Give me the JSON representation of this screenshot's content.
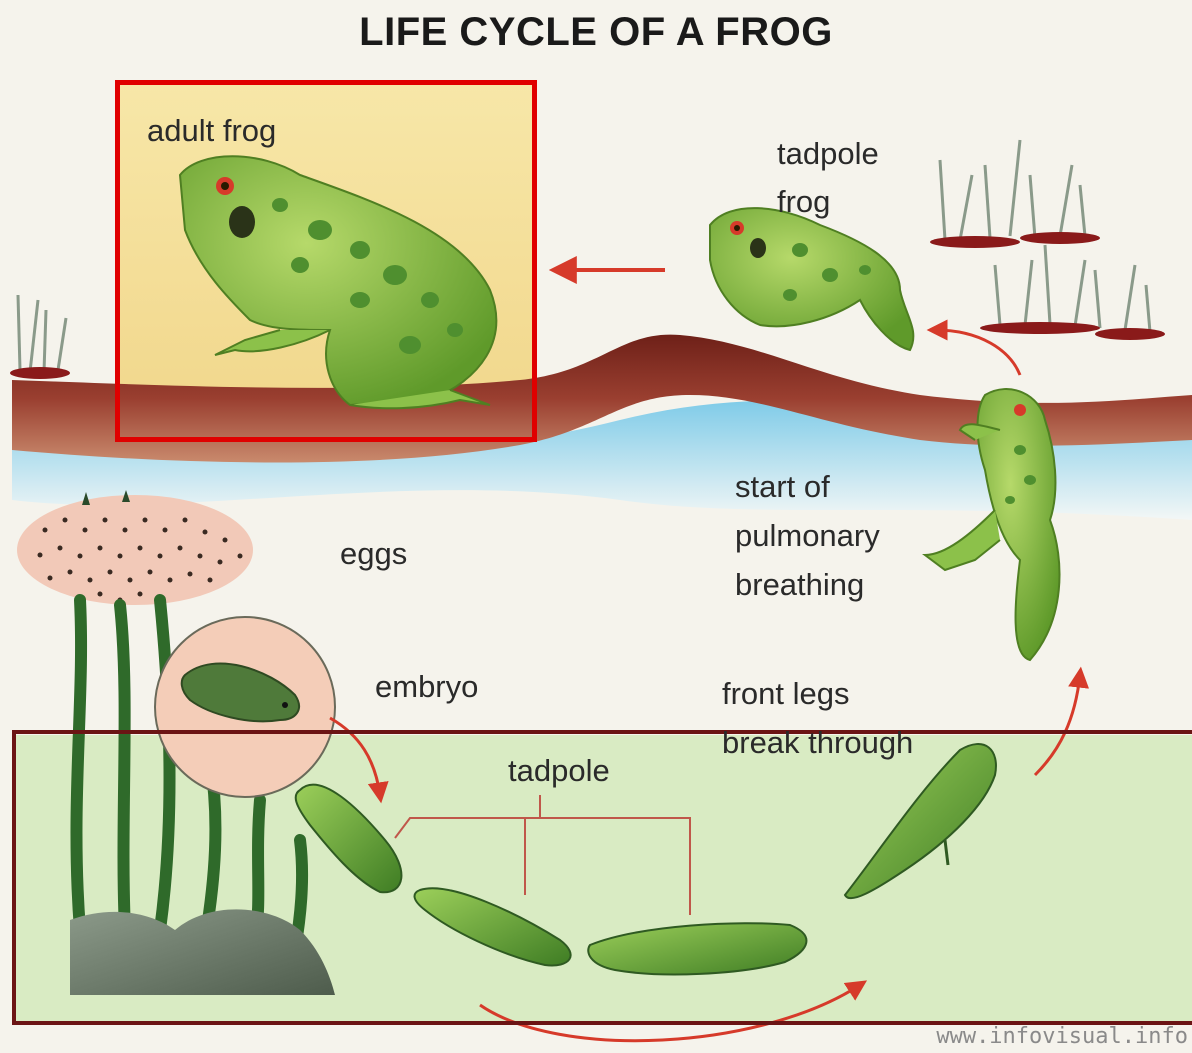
{
  "title": "LIFE CYCLE OF A FROG",
  "labels": {
    "adult_frog": "adult frog",
    "tadpole_frog_line1": "tadpole",
    "tadpole_frog_line2": "frog",
    "eggs": "eggs",
    "start_line1": "start of",
    "start_line2": "pulmonary",
    "start_line3": "breathing",
    "embryo": "embryo",
    "front_legs_line1": "front legs",
    "front_legs_line2": "break through",
    "tadpole": "tadpole"
  },
  "watermark": "www.infovisual.info",
  "colors": {
    "highlight_adult": "#e00000",
    "highlight_tadpole": "#6b1414",
    "arrow": "#d63a2a",
    "frog_green": "#7bb23a",
    "water": "#a9dcef",
    "bank": "#7a2a22"
  }
}
